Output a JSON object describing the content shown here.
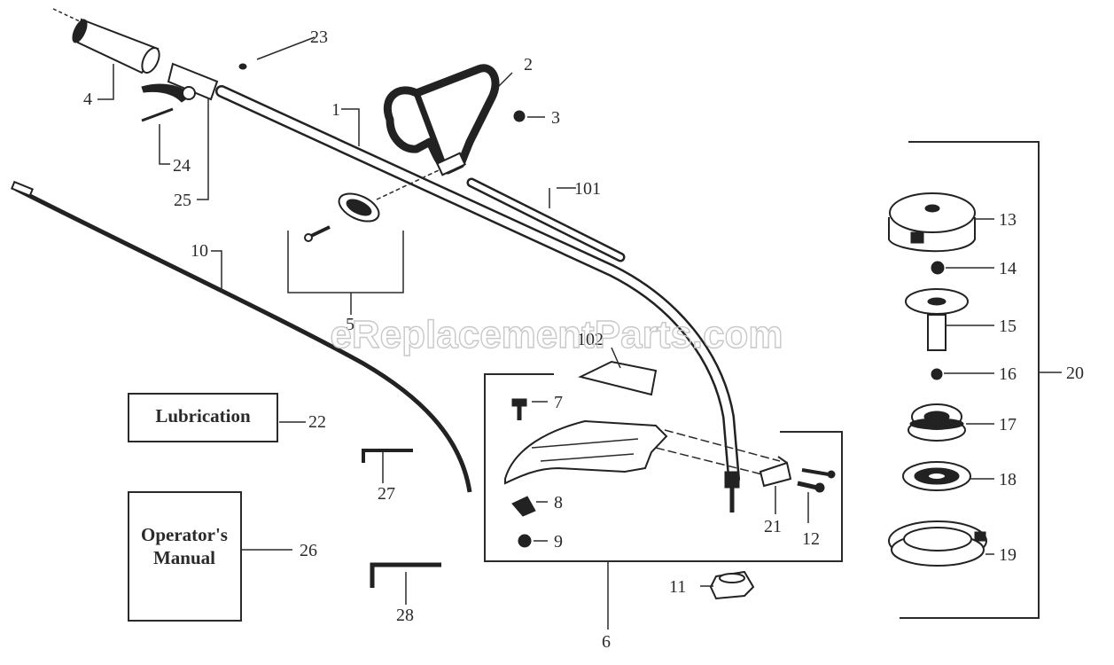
{
  "watermark": "eReplacementParts.com",
  "boxes": {
    "lubrication": "Lubrication",
    "manual_line1": "Operator's",
    "manual_line2": "Manual"
  },
  "callouts": {
    "c1": "1",
    "c2": "2",
    "c3": "3",
    "c4": "4",
    "c5": "5",
    "c6": "6",
    "c7": "7",
    "c8": "8",
    "c9": "9",
    "c10": "10",
    "c11": "11",
    "c12": "12",
    "c13": "13",
    "c14": "14",
    "c15": "15",
    "c16": "16",
    "c17": "17",
    "c18": "18",
    "c19": "19",
    "c20": "20",
    "c21": "21",
    "c22": "22",
    "c23": "23",
    "c24": "24",
    "c25": "25",
    "c26": "26",
    "c27": "27",
    "c28": "28",
    "c101": "101",
    "c102": "102"
  }
}
